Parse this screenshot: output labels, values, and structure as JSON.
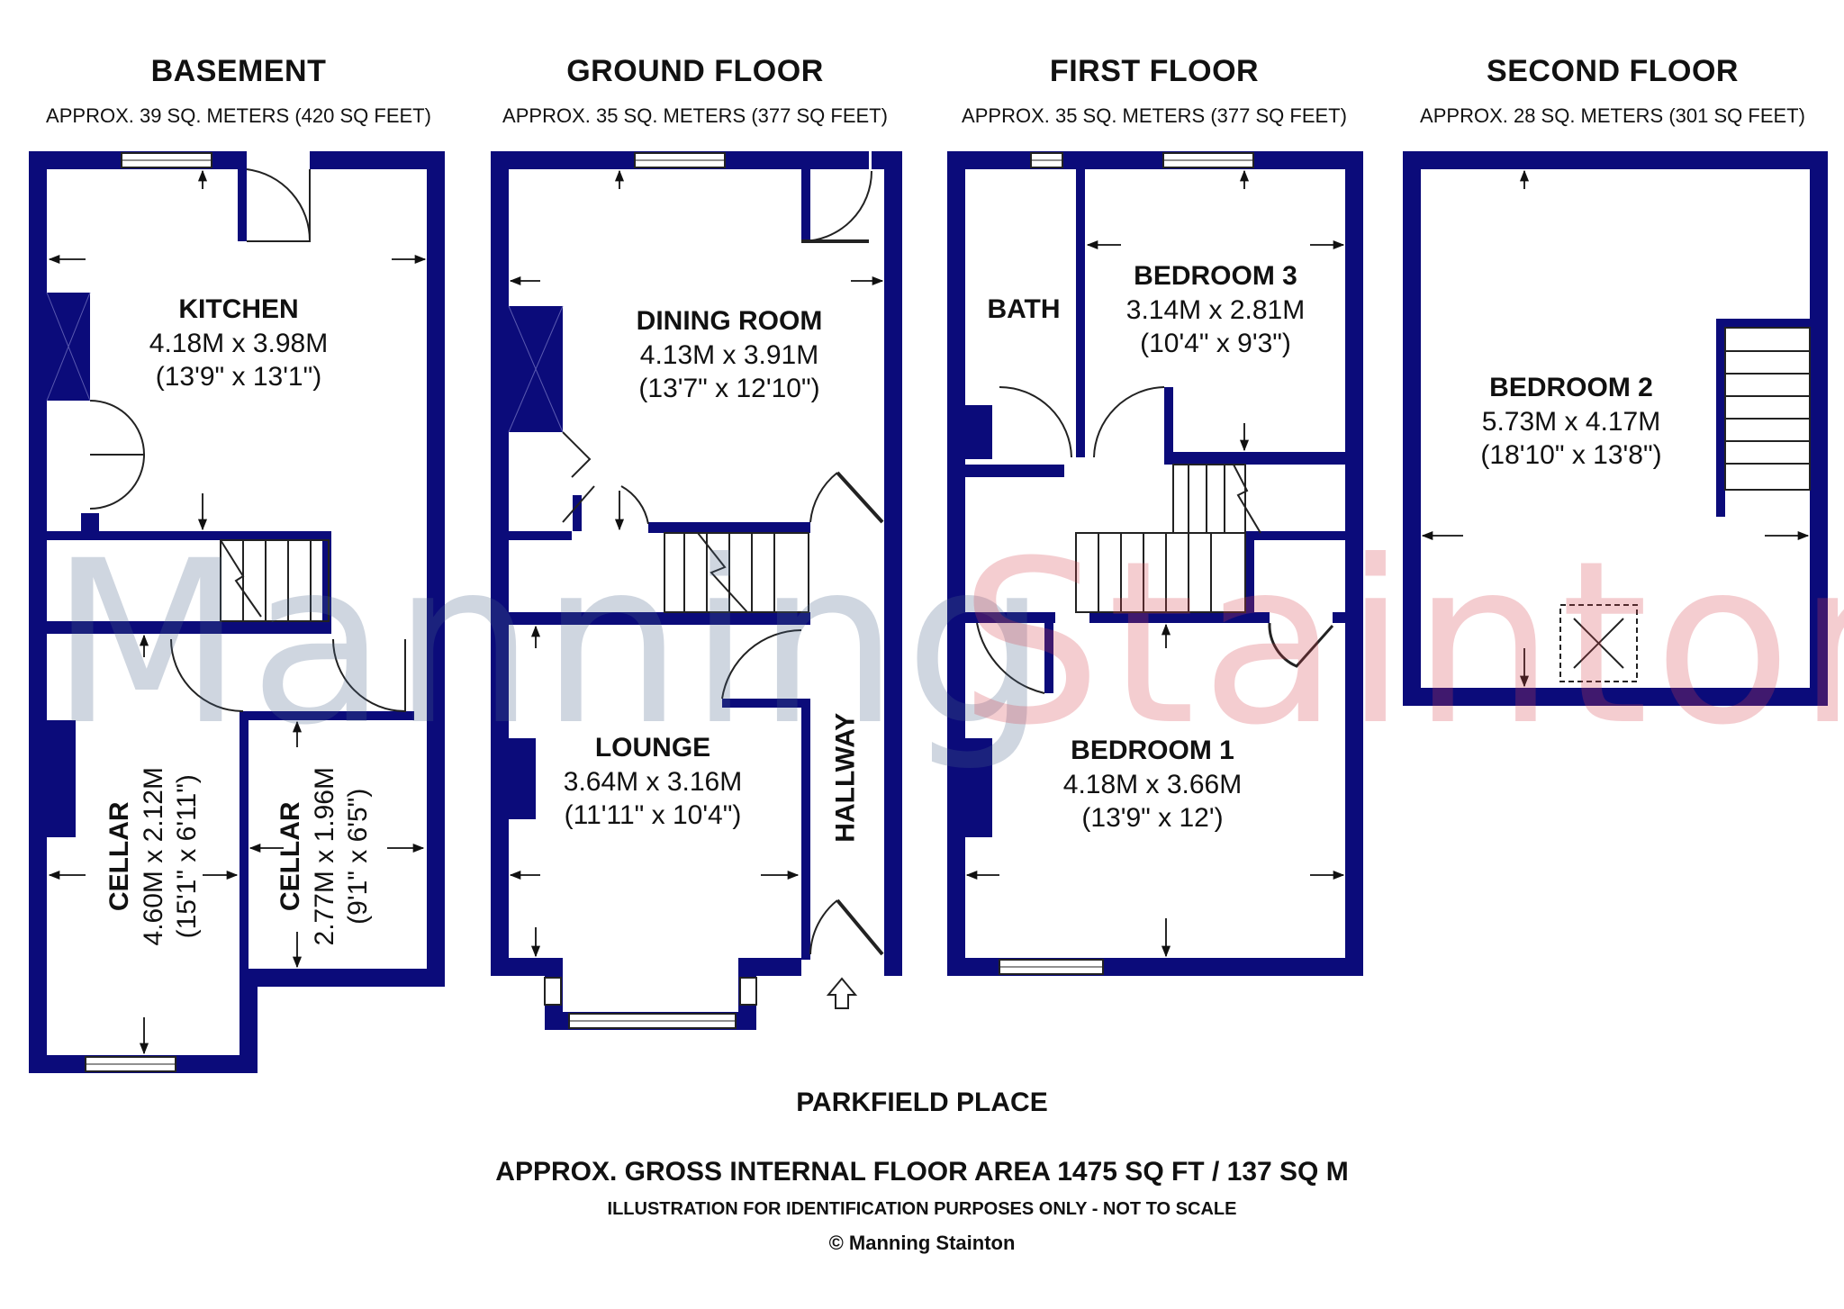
{
  "brand": {
    "wall_color": "#0b0b7a",
    "watermark_left_color": "#4a6489",
    "watermark_right_color": "#d8434f"
  },
  "watermark": {
    "left": "Manning",
    "right": "Stainton"
  },
  "floors": [
    {
      "title": "BASEMENT",
      "area": "APPROX. 39 SQ. METERS (420 SQ FEET)"
    },
    {
      "title": "GROUND FLOOR",
      "area": "APPROX. 35 SQ. METERS (377 SQ FEET)"
    },
    {
      "title": "FIRST FLOOR",
      "area": "APPROX. 35 SQ. METERS (377 SQ FEET)"
    },
    {
      "title": "SECOND FLOOR",
      "area": "APPROX. 28 SQ. METERS (301 SQ FEET)"
    }
  ],
  "rooms": {
    "kitchen": {
      "name": "KITCHEN",
      "metric": "4.18M x 3.98M",
      "imperial": "(13'9\" x 13'1\")"
    },
    "cellar1": {
      "name": "CELLAR",
      "metric": "4.60M x 2.12M",
      "imperial": "(15'1\" x 6'11\")"
    },
    "cellar2": {
      "name": "CELLAR",
      "metric": "2.77M x 1.96M",
      "imperial": "(9'1\" x 6'5\")"
    },
    "dining": {
      "name": "DINING ROOM",
      "metric": "4.13M x 3.91M",
      "imperial": "(13'7\" x 12'10\")"
    },
    "lounge": {
      "name": "LOUNGE",
      "metric": "3.64M x 3.16M",
      "imperial": "(11'11\" x 10'4\")"
    },
    "hallway": {
      "name": "HALLWAY"
    },
    "bath": {
      "name": "BATH"
    },
    "bedroom3": {
      "name": "BEDROOM 3",
      "metric": "3.14M x 2.81M",
      "imperial": "(10'4\" x 9'3\")"
    },
    "bedroom1": {
      "name": "BEDROOM 1",
      "metric": "4.18M x 3.66M",
      "imperial": "(13'9\" x 12')"
    },
    "bedroom2": {
      "name": "BEDROOM 2",
      "metric": "5.73M x 4.17M",
      "imperial": "(18'10\" x 13'8\")"
    }
  },
  "footer": {
    "address": "PARKFIELD PLACE",
    "gross_area": "APPROX. GROSS INTERNAL FLOOR AREA 1475 SQ FT / 137 SQ M",
    "disclaimer": "ILLUSTRATION FOR IDENTIFICATION PURPOSES ONLY - NOT TO SCALE",
    "copyright": "© Manning Stainton"
  }
}
